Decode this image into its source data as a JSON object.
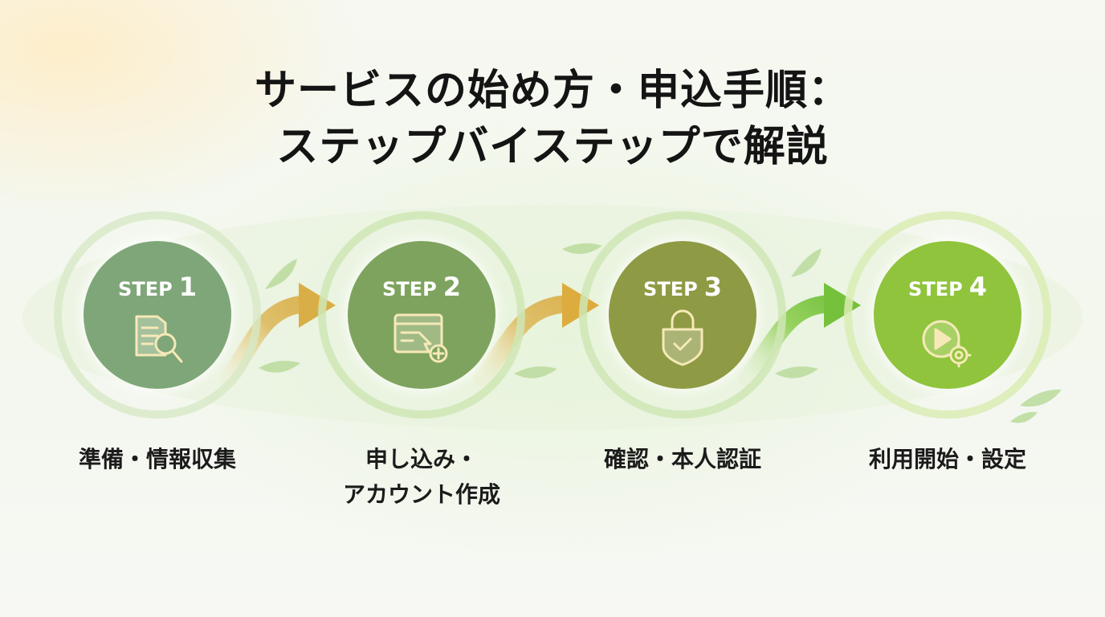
{
  "title": {
    "line1": "サービスの始め方・申込手順：",
    "line2": "ステップバイステップで解説"
  },
  "steps": [
    {
      "step_word": "STEP",
      "number": "1",
      "icon": "document-search-icon",
      "caption_lines": [
        "準備・情報収集"
      ],
      "color": "#7fa679"
    },
    {
      "step_word": "STEP",
      "number": "2",
      "icon": "browser-cursor-add-icon",
      "caption_lines": [
        "申し込み・",
        "アカウント作成"
      ],
      "color": "#7ea35e"
    },
    {
      "step_word": "STEP",
      "number": "3",
      "icon": "padlock-check-icon",
      "caption_lines": [
        "確認・本人認証"
      ],
      "color": "#8f9a44"
    },
    {
      "step_word": "STEP",
      "number": "4",
      "icon": "play-gear-icon",
      "caption_lines": [
        "利用開始・設定"
      ],
      "color": "#8fc43c"
    }
  ],
  "colors": {
    "arrow_gold": "#d8b24a",
    "arrow_green": "#7cc23c",
    "leaf": "#b9d99a"
  }
}
